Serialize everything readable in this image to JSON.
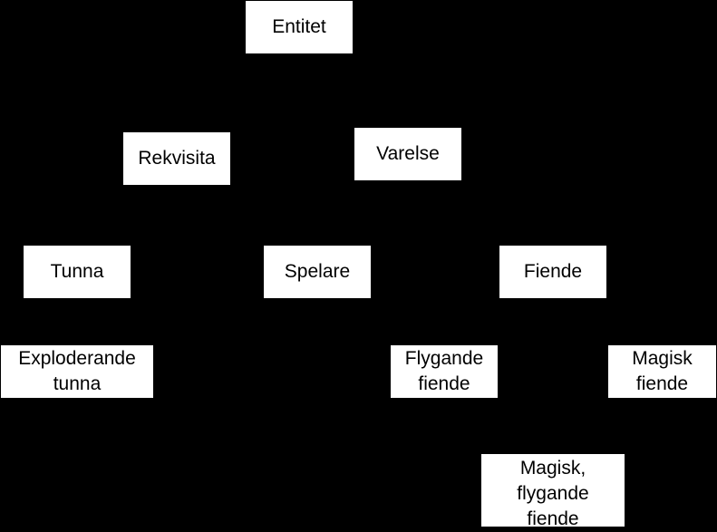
{
  "diagram": {
    "background_color": "#000000",
    "node_color": "#ffffff",
    "text_color": "#000000",
    "nodes": {
      "entitet": "Entitet",
      "rekvisita": "Rekvisita",
      "varelse": "Varelse",
      "tunna": "Tunna",
      "spelare": "Spelare",
      "fiende": "Fiende",
      "exploderande_tunna": "Exploderande\ntunna",
      "flygande_fiende": "Flygande\nfiende",
      "magisk_fiende": "Magisk\nfiende",
      "magisk_flygande_fiende": "Magisk,\nflygande\nfiende"
    },
    "edges": [
      [
        "rekvisita",
        "entitet"
      ],
      [
        "varelse",
        "entitet"
      ],
      [
        "tunna",
        "rekvisita"
      ],
      [
        "spelare",
        "varelse"
      ],
      [
        "fiende",
        "varelse"
      ],
      [
        "exploderande_tunna",
        "tunna"
      ],
      [
        "flygande_fiende",
        "fiende"
      ],
      [
        "magisk_fiende",
        "fiende"
      ],
      [
        "magisk_flygande_fiende",
        "flygande_fiende"
      ],
      [
        "magisk_flygande_fiende",
        "magisk_fiende"
      ]
    ]
  }
}
